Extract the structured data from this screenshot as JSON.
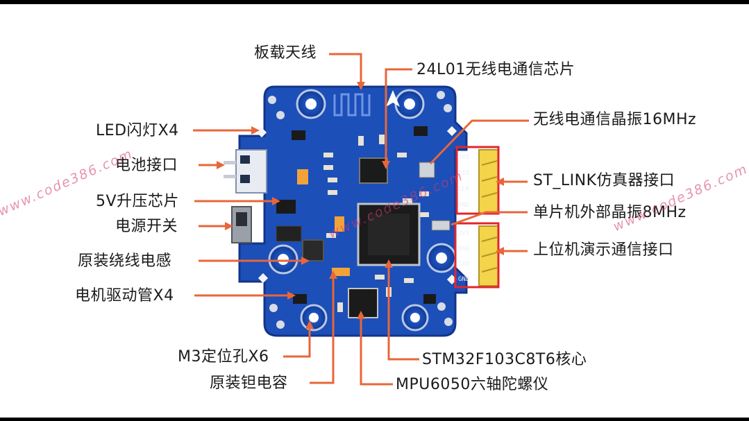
{
  "labels": {
    "antenna": "板载天线",
    "rf_chip": "24L01无线电通信芯片",
    "rf_crystal": "无线电通信晶振16MHz",
    "led": "LED闪灯X4",
    "battery": "电池接口",
    "boost": "5V升压芯片",
    "power_switch": "电源开关",
    "inductor": "原装绕线电感",
    "motor_mos": "电机驱动管X4",
    "mount_holes": "M3定位孔X6",
    "tantalum": "原装钽电容",
    "stlink": "ST_LINK仿真器接口",
    "mcu_crystal": "单片机外部晶振8MHz",
    "uart": "上位机演示通信接口",
    "mcu": "STM32F103C8T6核心",
    "imu": "MPU6050六轴陀螺仪"
  },
  "watermark": "www.code386.com",
  "pins": {
    "stlink": [
      "3V3",
      "DIO",
      "CLK",
      "GND"
    ],
    "uart": [
      "3V3",
      "RXD",
      "TXD",
      "GND"
    ]
  },
  "colors": {
    "board": "#1c4fb8",
    "leader": "#e8663a",
    "header": "#f3d44a",
    "highlight_box": "#e0262c"
  }
}
